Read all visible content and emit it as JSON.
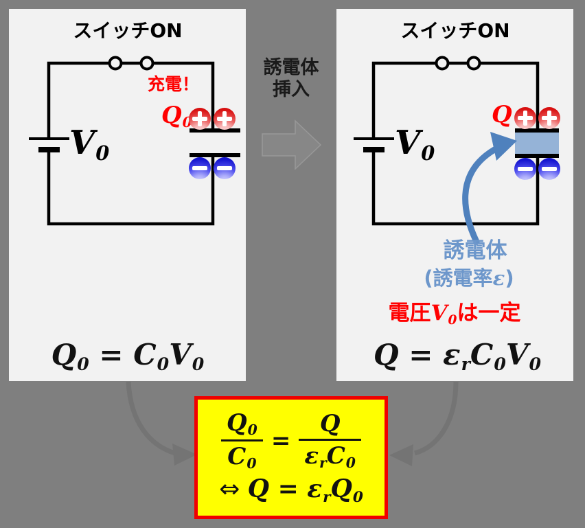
{
  "colors": {
    "background_gray": "#7f7f7f",
    "panel_bg": "#f2f2f2",
    "accent_blue_arrow": "#4f81bd",
    "blue_text": "#6d97cb",
    "alert_red": "#ff0000",
    "highlight_yellow": "#ffff00",
    "conclusion_border_red": "#f00000",
    "dielectric_fill": "#95b3d7",
    "connector_gray": "#747474"
  },
  "icons": {
    "transition_arrow": "block-arrow-right",
    "dielectric_pointer": "curved-arrow-up-right",
    "connector_left": "curved-arrow-to-right",
    "connector_right": "curved-arrow-to-left",
    "plus_charge": "plus-circle",
    "minus_charge": "minus-circle",
    "switch": "two-terminal-closed-switch",
    "battery": "battery-cell"
  },
  "panels": {
    "left": {
      "title": "スイッチON",
      "charging_label": "充電！",
      "charge_label": [
        {
          "t": "Q",
          "math": true
        },
        {
          "t": "0",
          "sub": true,
          "math": true
        }
      ],
      "voltage_label": [
        {
          "t": "V",
          "math": true
        },
        {
          "t": "0",
          "sub": true,
          "math": true
        }
      ],
      "formula": [
        {
          "t": "Q",
          "math": true
        },
        {
          "t": "0",
          "sub": true,
          "math": true
        },
        {
          "t": " = ",
          "math": true
        },
        {
          "t": "C",
          "math": true
        },
        {
          "t": "0",
          "sub": true,
          "math": true
        },
        {
          "t": "V",
          "math": true
        },
        {
          "t": "0",
          "sub": true,
          "math": true
        }
      ]
    },
    "right": {
      "title": "スイッチON",
      "charge_label": [
        {
          "t": "Q",
          "math": true
        }
      ],
      "voltage_label": [
        {
          "t": "V",
          "math": true
        },
        {
          "t": "0",
          "sub": true,
          "math": true
        }
      ],
      "dielectric_label": "誘電体",
      "permittivity_label": [
        {
          "t": "(誘電率"
        },
        {
          "t": "ε",
          "math": true
        },
        {
          "t": ")"
        }
      ],
      "voltage_constant_label": [
        {
          "t": "電圧"
        },
        {
          "t": "V",
          "math": true
        },
        {
          "t": "0",
          "sub": true,
          "math": true
        },
        {
          "t": "は一定"
        }
      ],
      "formula": [
        {
          "t": "Q",
          "math": true
        },
        {
          "t": " = ",
          "math": true
        },
        {
          "t": "ε",
          "math": true
        },
        {
          "t": "r",
          "sub": true,
          "math": true
        },
        {
          "t": "C",
          "math": true
        },
        {
          "t": "0",
          "sub": true,
          "math": true
        },
        {
          "t": "V",
          "math": true
        },
        {
          "t": "0",
          "sub": true,
          "math": true
        }
      ]
    }
  },
  "transition": {
    "label_line1": "誘電体",
    "label_line2": "挿入"
  },
  "conclusion": {
    "frac1": {
      "num": [
        {
          "t": "Q",
          "math": true
        },
        {
          "t": "0",
          "sub": true,
          "math": true
        }
      ],
      "den": [
        {
          "t": "C",
          "math": true
        },
        {
          "t": "0",
          "sub": true,
          "math": true
        }
      ]
    },
    "equals": "=",
    "frac2": {
      "num": [
        {
          "t": "Q",
          "math": true
        }
      ],
      "den": [
        {
          "t": "ε",
          "math": true
        },
        {
          "t": "r",
          "sub": true,
          "math": true
        },
        {
          "t": "C",
          "math": true
        },
        {
          "t": "0",
          "sub": true,
          "math": true
        }
      ]
    },
    "line2": [
      {
        "t": "⇔ "
      },
      {
        "t": "Q",
        "math": true
      },
      {
        "t": " = ",
        "math": true
      },
      {
        "t": "ε",
        "math": true
      },
      {
        "t": "r",
        "sub": true,
        "math": true
      },
      {
        "t": "Q",
        "math": true
      },
      {
        "t": "0",
        "sub": true,
        "math": true
      }
    ]
  }
}
